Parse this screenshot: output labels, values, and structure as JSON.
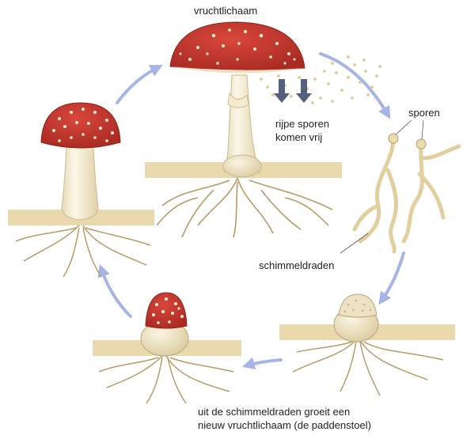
{
  "labels": {
    "fruiting_body": "vruchtlichaam",
    "spores_released_line1": "rijpe sporen",
    "spores_released_line2": "komen vrij",
    "spores": "sporen",
    "hyphae": "schimmeldraden",
    "caption_line1": "uit de schimmeldraden groeit een",
    "caption_line2": "nieuw vruchtlichaam (de paddenstoel)"
  },
  "colors": {
    "cap_red": "#c8362d",
    "cap_dark": "#a82a22",
    "spot": "#f7ecd2",
    "stem": "#f8f2dd",
    "stem_shade": "#e6d9b5",
    "soil": "#e9d9ad",
    "root": "#dcc89a",
    "root_edge": "#8f7a4d",
    "arrow": "#a7b4e6",
    "spore_arrow": "#55607a"
  }
}
